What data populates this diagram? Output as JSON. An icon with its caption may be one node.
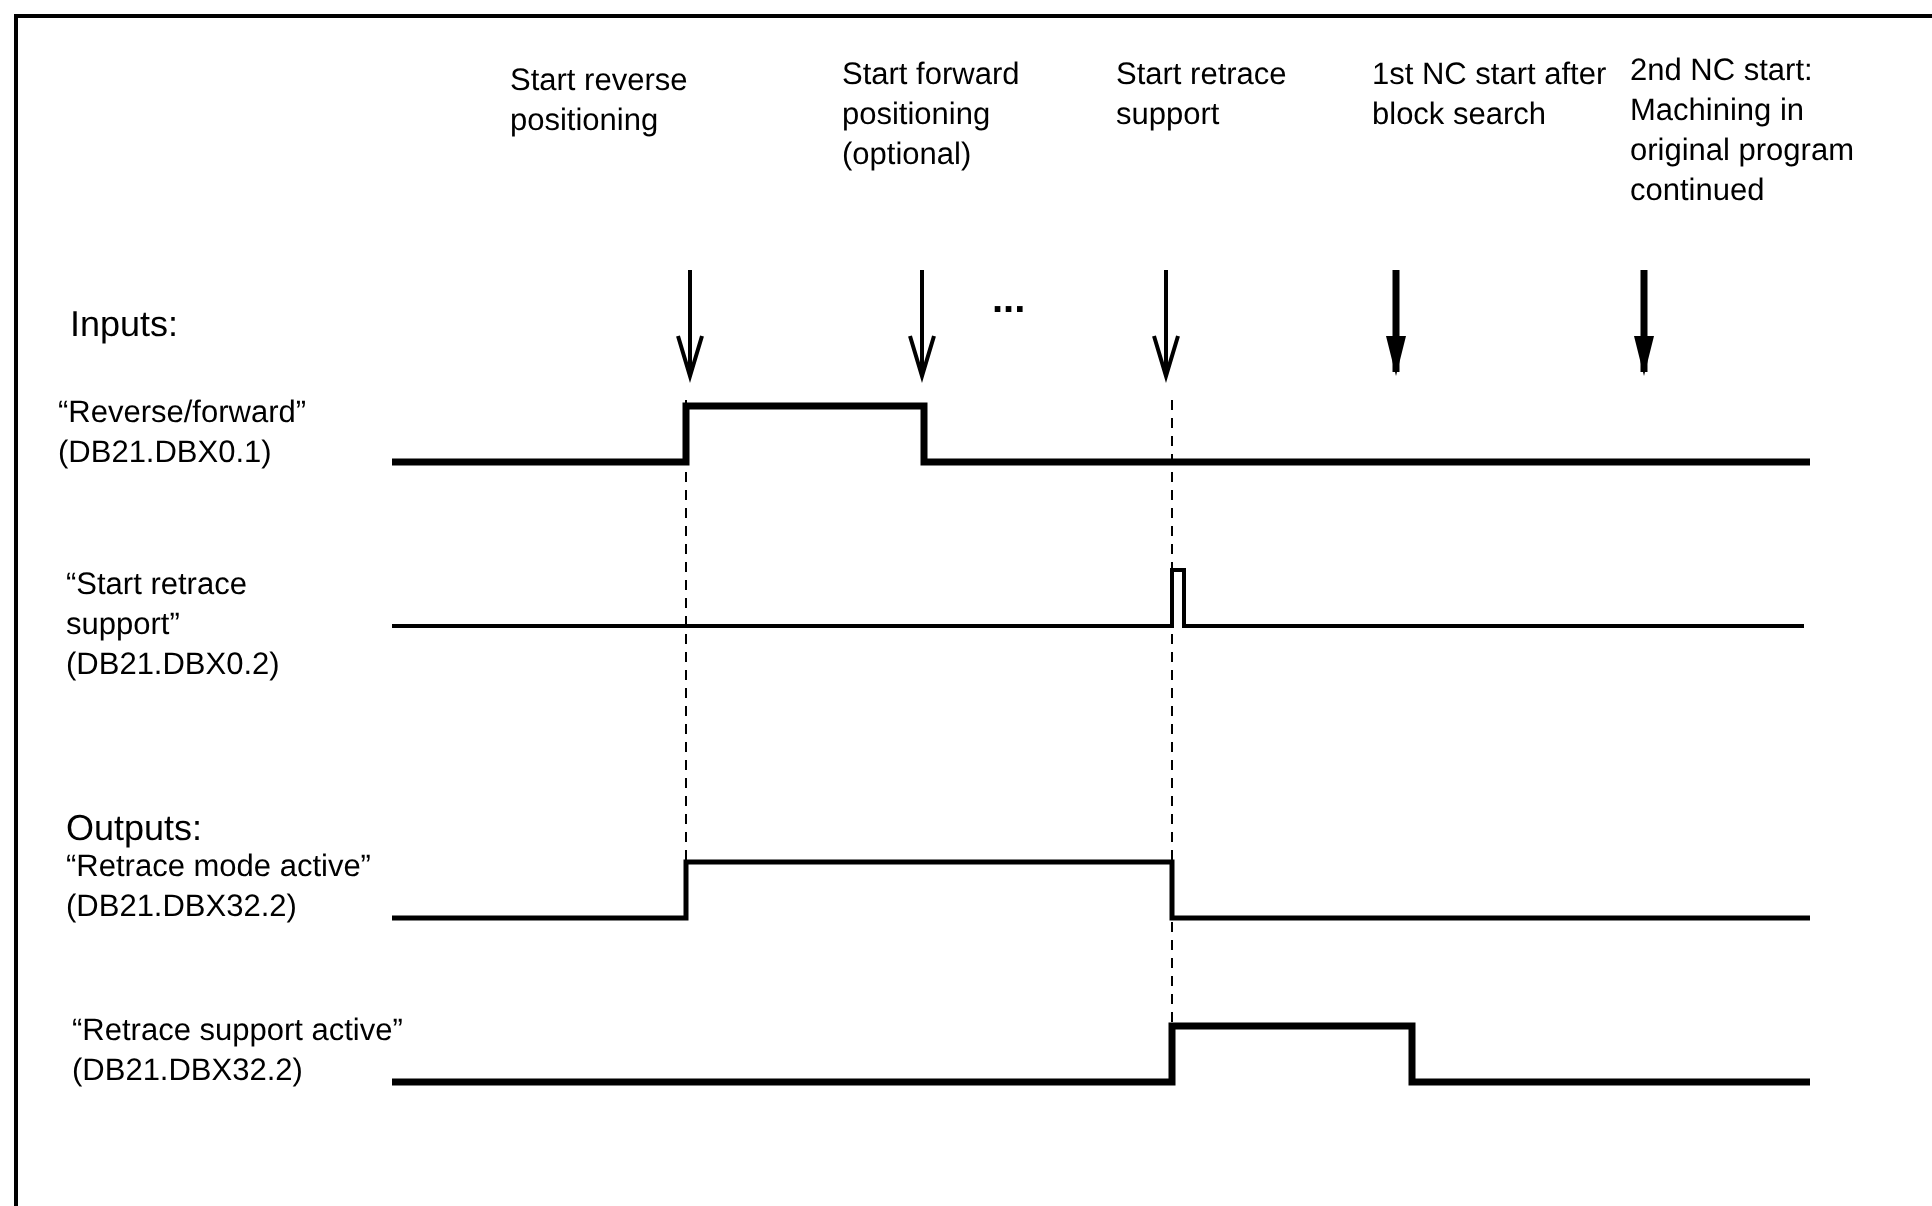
{
  "diagram": {
    "labels": [
      "Start reverse positioning",
      "Start forward positioning (optional)",
      "Start retrace support",
      "1st NC start after block search",
      "2nd NC start: Machining in original program continued",
      "Inputs:",
      "...",
      "“Reverse/forward” (DB21.DBX0.1)",
      "“Start retrace support” (DB21.DBX0.2)",
      "Outputs:",
      "“Retrace mode active” (DB21.DBX32.2)",
      "“Retrace support active” (DB21.DBX32.2)"
    ]
  }
}
